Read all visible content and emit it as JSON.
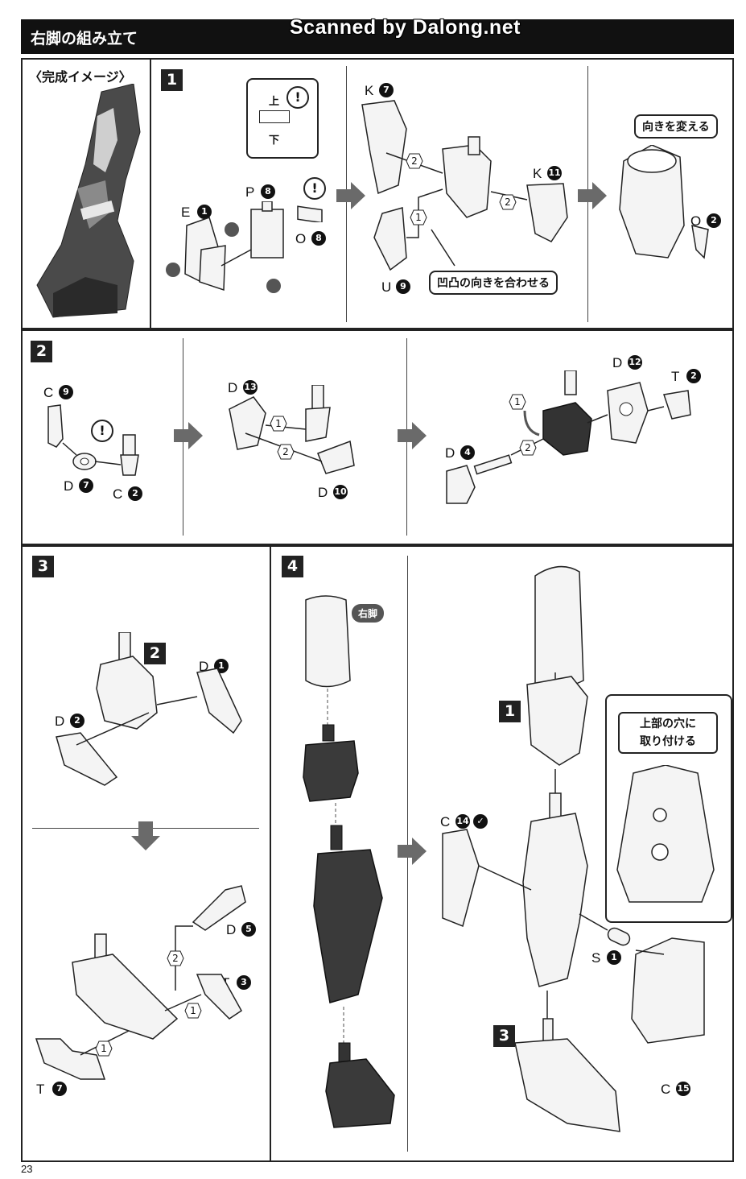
{
  "header": {
    "title": "右脚の組み立て",
    "watermark": "Scanned by Dalong.net"
  },
  "completed_image_label": "〈完成イメージ〉",
  "steps": [
    "1",
    "2",
    "3",
    "4"
  ],
  "step1": {
    "parts": {
      "E": "E",
      "E_num": "1",
      "P": "P",
      "P_num": "8",
      "O": "O",
      "O_num": "8",
      "K7": "K",
      "K7_num": "7",
      "K11": "K",
      "K11_num": "11",
      "U": "U",
      "U_num": "9",
      "O2": "O",
      "O2_num": "2"
    },
    "updown_up": "上",
    "updown_down": "下",
    "callout_align": "凹凸の向きを合わせる",
    "callout_turn": "向きを変える",
    "order": [
      "2",
      "1",
      "2"
    ]
  },
  "step2": {
    "parts": {
      "C9": "C",
      "C9_num": "9",
      "D7": "D",
      "D7_num": "7",
      "C2": "C",
      "C2_num": "2",
      "D13": "D",
      "D13_num": "13",
      "D10": "D",
      "D10_num": "10",
      "D12": "D",
      "D12_num": "12",
      "T2": "T",
      "T2_num": "2",
      "D4": "D",
      "D4_num": "4"
    },
    "order": [
      "1",
      "2",
      "1",
      "2"
    ]
  },
  "step3": {
    "sub_step": "2",
    "parts": {
      "D1": "D",
      "D1_num": "1",
      "D2": "D",
      "D2_num": "2",
      "D5": "D",
      "D5_num": "5",
      "T3": "T",
      "T3_num": "3",
      "T7": "T",
      "T7_num": "7"
    },
    "order": [
      "2",
      "1",
      "1"
    ]
  },
  "step4": {
    "pill": "右脚",
    "sub_step_1": "1",
    "sub_step_3": "3",
    "parts": {
      "C14": "C",
      "C14_num": "14",
      "S1": "S",
      "S1_num": "1",
      "C15": "C",
      "C15_num": "15"
    },
    "callout_hole": "上部の穴に\n取り付ける"
  },
  "page_number": "23",
  "colors": {
    "ink": "#111111",
    "part_dark": "#3a3a3a",
    "part_light": "#f4f4f4",
    "arrow_gray": "#6a6a6a"
  },
  "icons": [
    "exclamation-icon",
    "cement-icon",
    "arrow-right-icon",
    "arrow-down-icon"
  ]
}
